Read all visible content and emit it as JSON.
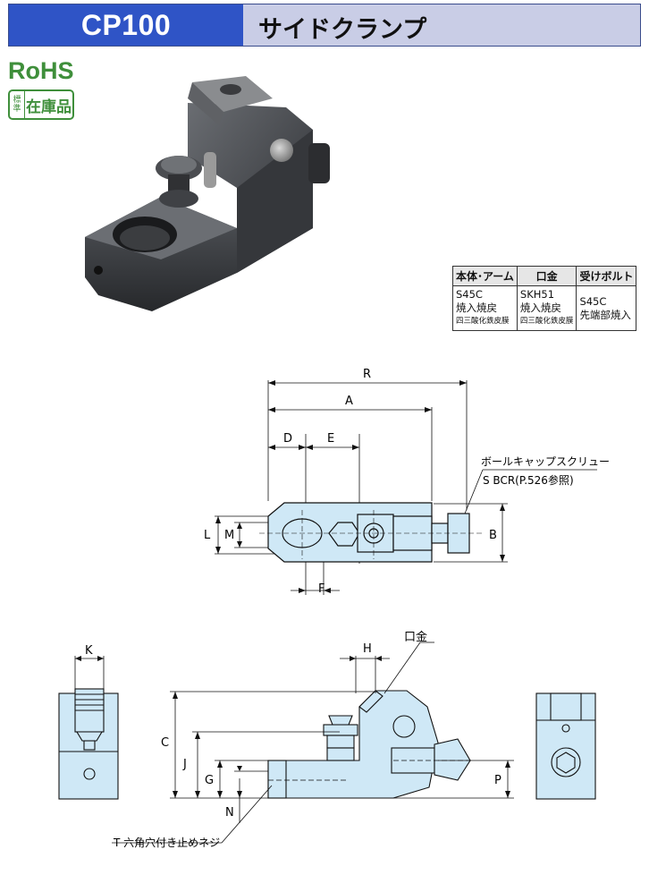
{
  "header": {
    "model": "CP100",
    "title": "サイドクランプ"
  },
  "badges": {
    "rohs": "RoHS",
    "stock_small": "標準",
    "stock_big": "在庫品"
  },
  "materials": {
    "headers": [
      "本体･アーム",
      "口金",
      "受けボルト"
    ],
    "rows": [
      [
        "S45C",
        "SKH51",
        "S45C"
      ],
      [
        "焼入焼戻",
        "焼入焼戻",
        "先端部焼入"
      ],
      [
        "四三酸化鉄皮膜",
        "四三酸化鉄皮膜",
        ""
      ]
    ]
  },
  "top_view": {
    "dims": {
      "R": "R",
      "A": "A",
      "D": "D",
      "E": "E",
      "L": "L",
      "M": "M",
      "B": "B",
      "F": "F"
    },
    "callout_line1": "ボールキャップスクリュー",
    "callout_line2": "S BCR(P.526参照)"
  },
  "side_view": {
    "dims": {
      "K": "K",
      "H": "H",
      "C": "C",
      "J": "J",
      "G": "G",
      "N": "N",
      "P": "P"
    },
    "jaw_label": "口金",
    "set_screw_label": "T 六角穴付き止めネジ"
  },
  "colors": {
    "header_blue": "#2f54c6",
    "header_band": "#c9cde6",
    "rohs_green": "#3f8f3b",
    "part_fill": "#cfe8f6"
  }
}
